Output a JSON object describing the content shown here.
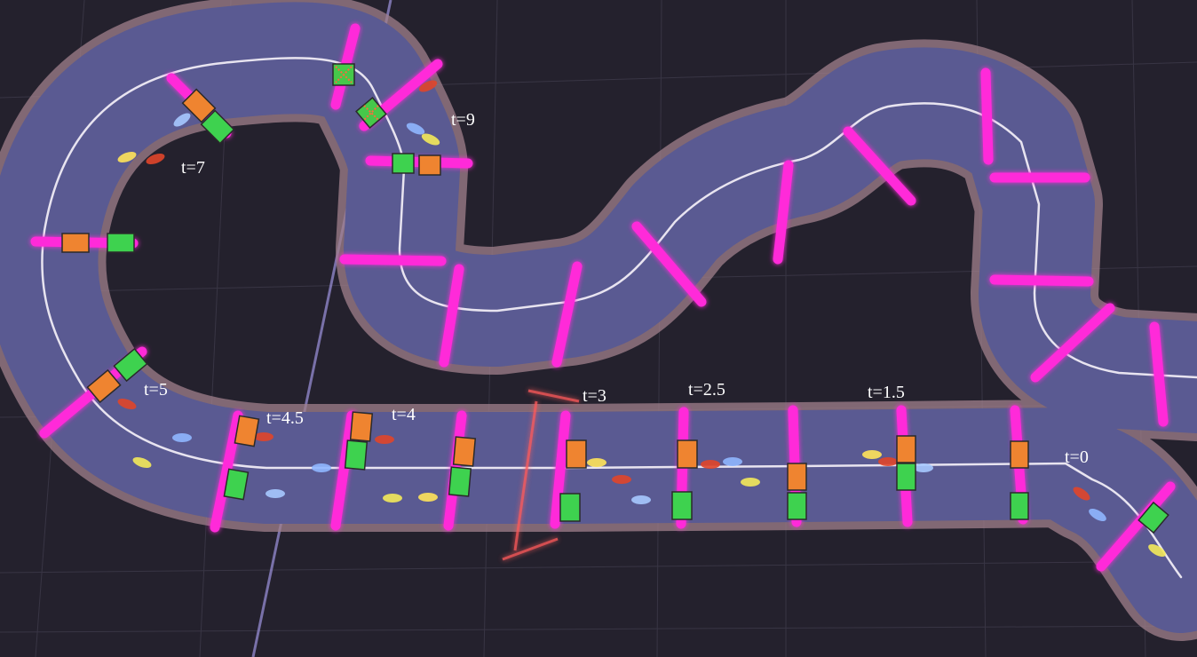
{
  "scene": {
    "background_color": "#24212d",
    "grid_color": "#4a4658",
    "track_color": "#5a5a92",
    "track_edge_color": "#7a6f9a",
    "track_rim_color": "#a0808c",
    "racing_line_color": "#e8e4f0",
    "checkpoint_color": "#ff2bd9",
    "marker_colors": {
      "orange": "#ef8430",
      "green": "#3ed24f",
      "crossed": "#46c84a",
      "cross_mark": "#ff6a3d"
    },
    "start_gate_color": "#ff5a5a"
  },
  "time_labels": [
    {
      "id": "t0",
      "text": "t=0"
    },
    {
      "id": "t1_5",
      "text": "t=1.5"
    },
    {
      "id": "t2_5",
      "text": "t=2.5"
    },
    {
      "id": "t3",
      "text": "t=3"
    },
    {
      "id": "t4",
      "text": "t=4"
    },
    {
      "id": "t4_5",
      "text": "t=4.5"
    },
    {
      "id": "t5",
      "text": "t=5"
    },
    {
      "id": "t7",
      "text": "t=7"
    },
    {
      "id": "t9",
      "text": "t=9"
    }
  ],
  "cars": [
    {
      "color": "#e0452a"
    },
    {
      "color": "#8fb6ff"
    },
    {
      "color": "#f3e95a"
    },
    {
      "color": "#ffe35a"
    },
    {
      "color": "#e0452a"
    },
    {
      "color": "#a6c8ff"
    }
  ]
}
